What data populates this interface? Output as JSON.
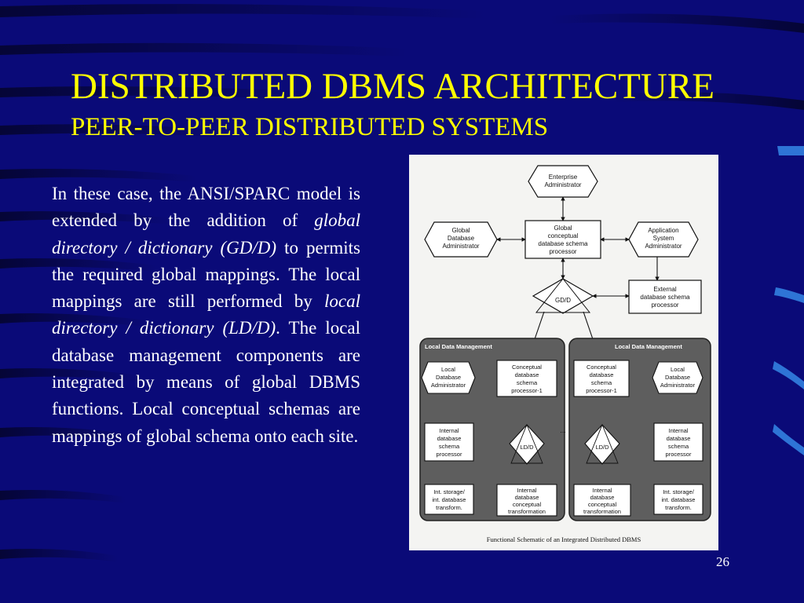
{
  "slide": {
    "title": "DISTRIBUTED DBMS ARCHITECTURE",
    "subtitle": "PEER-TO-PEER DISTRIBUTED SYSTEMS",
    "body_parts": [
      "In these case, the ANSI/SPARC model is extended by the addition of ",
      "global directory / dictionary (GD/D)",
      " to permits the required global mappings. The local mappings are still performed by ",
      "local directory / dictionary (LD/D)",
      ". The local database management components are integrated by means of global DBMS functions. Local conceptual schemas are mappings of global schema onto each site."
    ],
    "page_number": "26"
  },
  "figure": {
    "caption": "Functional Schematic of an Integrated Distributed DBMS",
    "enterprise_admin": [
      "Enterprise",
      "Administrator"
    ],
    "global_db_admin": [
      "Global",
      "Database",
      "Administrator"
    ],
    "global_processor": [
      "Global",
      "conceptual",
      "database schema",
      "processor"
    ],
    "app_admin": [
      "Application",
      "System",
      "Administrator"
    ],
    "gdd": "GD/D",
    "external_processor": [
      "External",
      "database schema",
      "processor"
    ],
    "ldm_label": "Local Data Management",
    "ellipsis": "...",
    "left_site": {
      "local_admin": [
        "Local",
        "Database",
        "Administrator"
      ],
      "conceptual": [
        "Conceptual",
        "database",
        "schema",
        "processor-1"
      ],
      "internal": [
        "Internal",
        "database",
        "schema",
        "processor"
      ],
      "ldd": "LD/D",
      "storage": [
        "Int. storage/",
        "int. database",
        "transform."
      ],
      "internal_conceptual": [
        "Internal",
        "database",
        "conceptual",
        "transformation"
      ]
    },
    "right_site": {
      "conceptual": [
        "Conceptual",
        "database",
        "schema",
        "processor-1"
      ],
      "local_admin": [
        "Local",
        "Database",
        "Administrator"
      ],
      "ldd": "LD/D",
      "internal": [
        "Internal",
        "database",
        "schema",
        "processor"
      ],
      "internal_conceptual": [
        "Internal",
        "database",
        "conceptual",
        "transformation"
      ],
      "storage": [
        "Int. storage/",
        "int. database",
        "transform."
      ]
    }
  }
}
